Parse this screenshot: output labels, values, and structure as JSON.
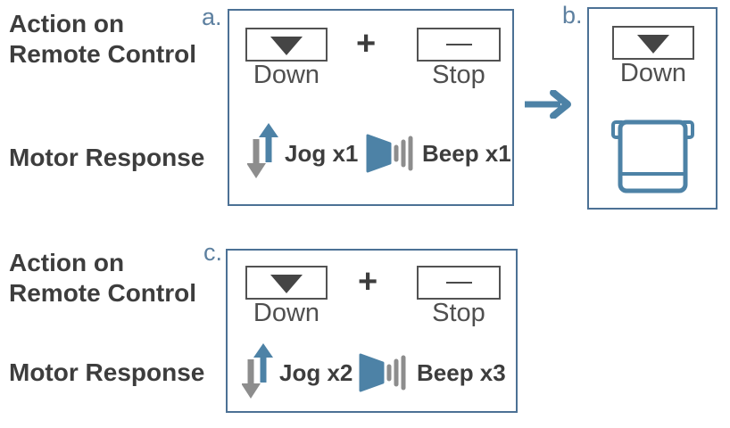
{
  "colors": {
    "accent_blue": "#4d82a6",
    "panel_border_blue": "#4c7195",
    "tag_blue": "#5d80a0",
    "text_dark": "#3d3d3d",
    "button_label_gray": "#4f4f4f",
    "icon_gray": "#8d8d8d"
  },
  "left_labels": {
    "action_line1": "Action on",
    "action_line2": "Remote Control",
    "motor": "Motor Response"
  },
  "panel_a": {
    "tag": "a.",
    "down_label": "Down",
    "plus": "+",
    "stop_label": "Stop",
    "jog_text": "Jog x1",
    "beep_text": "Beep x1"
  },
  "panel_b": {
    "tag": "b.",
    "down_label": "Down"
  },
  "panel_c": {
    "tag": "c.",
    "down_label": "Down",
    "plus": "+",
    "stop_label": "Stop",
    "jog_text": "Jog x2",
    "beep_text": "Beep x3"
  },
  "icons": {
    "down_button_glyph": "down-triangle",
    "stop_button_glyph": "stop-dash",
    "jog": "jog-up-down-arrows",
    "beep": "speaker-with-sound-bars",
    "transition": "right-arrow",
    "shade": "roller-shade-lowered"
  }
}
